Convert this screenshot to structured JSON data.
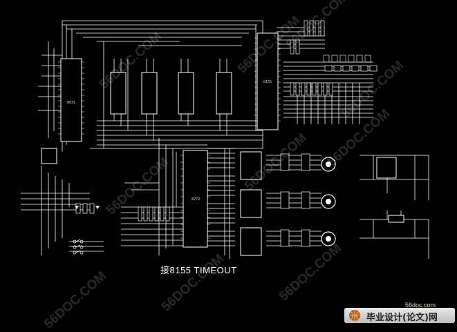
{
  "diagram": {
    "caption": "接8155 TIMEOUT",
    "chips": {
      "u_8155": "8155",
      "u_8279": "8279",
      "u_main": "8031"
    },
    "colors": {
      "background": "#000000",
      "wire": "#ffffff",
      "watermark": "#ffffff",
      "footer_accent": "#8cc63f"
    }
  },
  "watermarks": {
    "text": "56DOC.COM"
  },
  "footer": {
    "url": "56doc.com",
    "title": "毕业设计(论文)网",
    "logo": "globe-logo"
  }
}
